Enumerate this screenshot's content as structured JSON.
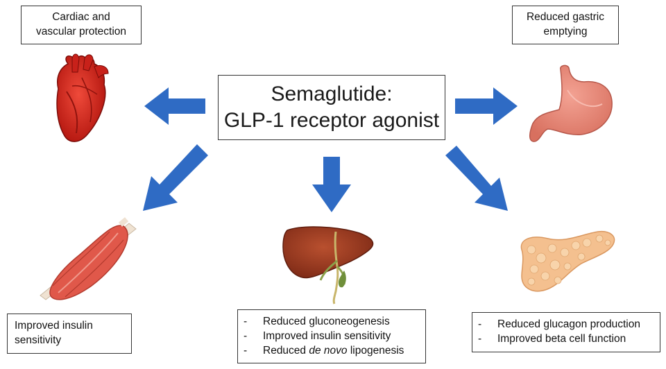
{
  "center": {
    "line1": "Semaglutide:",
    "line2": "GLP-1 receptor agonist"
  },
  "effects": {
    "heart": {
      "line1": "Cardiac and",
      "line2": "vascular protection"
    },
    "stomach": {
      "line1": "Reduced gastric",
      "line2": "emptying"
    },
    "muscle": {
      "line1": "Improved insulin",
      "line2": "sensitivity"
    },
    "liver": {
      "bullet_marker": "-",
      "item1": "Reduced gluconeogenesis",
      "item2": "Improved insulin sensitivity",
      "item3_pre": "Reduced ",
      "item3_italic": "de novo",
      "item3_post": " lipogenesis"
    },
    "pancreas": {
      "bullet_marker": "-",
      "item1": "Reduced glucagon production",
      "item2": "Improved beta cell function"
    }
  },
  "colors": {
    "arrow": "#2f6bc4",
    "heart": "#d42a1e",
    "stomach": "#e98b7e",
    "muscle": "#e0584a",
    "liver": "#9c3a20",
    "pancreas": "#f4c08f"
  },
  "icons": [
    "heart-icon",
    "stomach-icon",
    "muscle-icon",
    "liver-icon",
    "pancreas-icon",
    "arrow-icon"
  ]
}
